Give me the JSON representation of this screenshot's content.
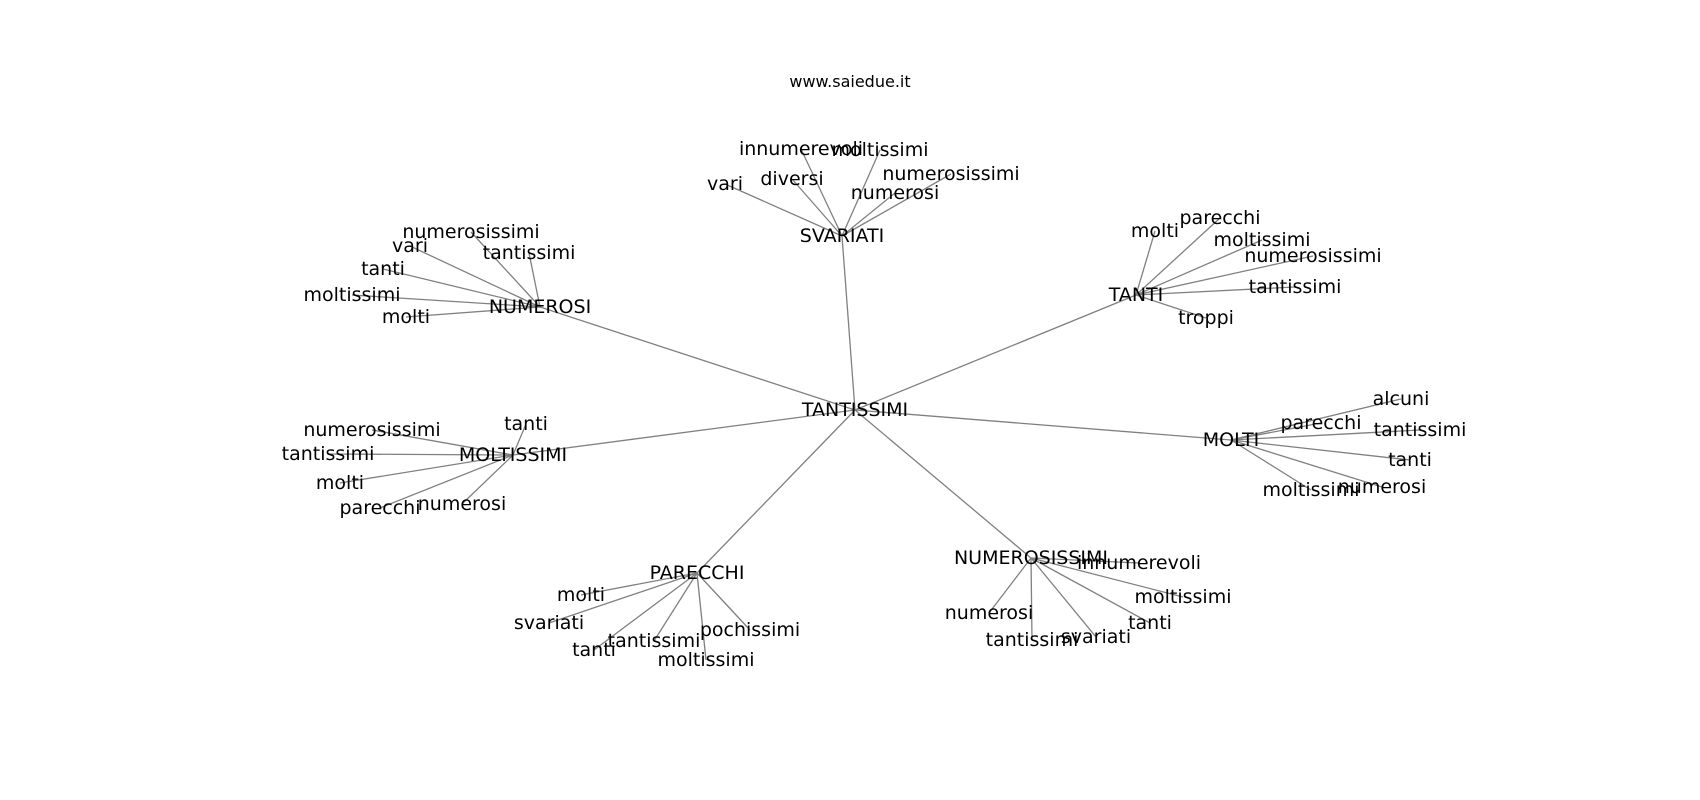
{
  "caption": "www.saiedue.it",
  "colors": {
    "edge": "#808080",
    "text": "#000000",
    "background": "#ffffff"
  },
  "graph": {
    "root": "TANTISSIMI",
    "hubs": [
      {
        "name": "SVARIATI",
        "children": [
          "innumerevoli",
          "moltissimi",
          "diversi",
          "numerosissimi",
          "vari",
          "numerosi"
        ]
      },
      {
        "name": "NUMEROSI",
        "children": [
          "numerosissimi",
          "vari",
          "tantissimi",
          "tanti",
          "moltissimi",
          "molti"
        ]
      },
      {
        "name": "TANTI",
        "children": [
          "parecchi",
          "molti",
          "moltissimi",
          "numerosissimi",
          "tantissimi",
          "troppi"
        ]
      },
      {
        "name": "MOLTISSIMI",
        "children": [
          "tanti",
          "numerosissimi",
          "tantissimi",
          "molti",
          "numerosi",
          "parecchi"
        ]
      },
      {
        "name": "MOLTI",
        "children": [
          "alcuni",
          "parecchi",
          "tantissimi",
          "tanti",
          "numerosi",
          "moltissimi"
        ]
      },
      {
        "name": "PARECCHI",
        "children": [
          "molti",
          "svariati",
          "pochissimi",
          "tantissimi",
          "tanti",
          "moltissimi"
        ]
      },
      {
        "name": "NUMEROSISSIMI",
        "children": [
          "innumerevoli",
          "moltissimi",
          "numerosi",
          "tanti",
          "svariati",
          "tantissimi"
        ]
      }
    ]
  }
}
